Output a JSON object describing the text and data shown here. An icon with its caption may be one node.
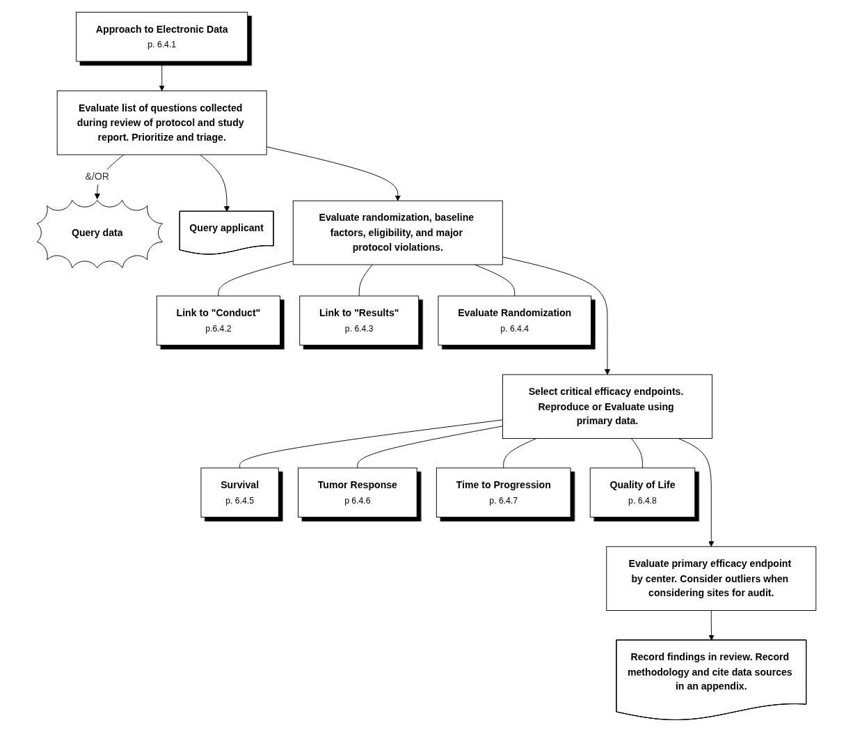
{
  "diagram": {
    "nodes": [
      {
        "text": [
          "Approach to Electronic Data",
          "p. 6.4.1"
        ]
      },
      {
        "text": [
          "Evaluate list of questions collected during review of protocol and study report. Prioritize and triage."
        ]
      },
      {
        "text": [
          "Query data"
        ]
      },
      {
        "text": [
          "Query applicant"
        ]
      },
      {
        "text": [
          "Evaluate randomization, baseline factors, eligibility, and major protocol violations."
        ]
      },
      {
        "text": [
          "Link to \"Conduct\"",
          "p.6.4.2"
        ]
      },
      {
        "text": [
          "Link to \"Results\"",
          "p. 6.4.3"
        ]
      },
      {
        "text": [
          "Evaluate Randomization",
          "p. 6.4.4"
        ]
      },
      {
        "text": [
          "Select critical efficacy endpoints. Reproduce or Evaluate using primary data."
        ]
      },
      {
        "text": [
          "Survival",
          "p. 6.4.5"
        ]
      },
      {
        "text": [
          "Tumor Response",
          "p 6.4.6"
        ]
      },
      {
        "text": [
          "Time to Progression",
          "p. 6.4.7"
        ]
      },
      {
        "text": [
          "Quality of Life",
          "p. 6.4.8"
        ]
      },
      {
        "text": [
          "Evaluate primary efficacy endpoint by center. Consider outliers when considering sites for audit."
        ]
      },
      {
        "text": [
          "Record findings in review. Record methodology and cite data sources in an appendix."
        ]
      }
    ],
    "edges": [
      {
        "from": 0,
        "to": 1,
        "arrow": "to"
      },
      {
        "from": 1,
        "to": 2,
        "arrow": "to",
        "label": "&/OR"
      },
      {
        "from": 1,
        "to": 3,
        "arrow": "to"
      },
      {
        "from": 1,
        "to": 4,
        "arrow": "to"
      },
      {
        "from": 4,
        "to": 5,
        "arrow": "none"
      },
      {
        "from": 4,
        "to": 6,
        "arrow": "none"
      },
      {
        "from": 4,
        "to": 7,
        "arrow": "none"
      },
      {
        "from": 4,
        "to": 8,
        "arrow": "to"
      },
      {
        "from": 8,
        "to": 9,
        "arrow": "none"
      },
      {
        "from": 8,
        "to": 10,
        "arrow": "none"
      },
      {
        "from": 8,
        "to": 11,
        "arrow": "none"
      },
      {
        "from": 8,
        "to": 12,
        "arrow": "none"
      },
      {
        "from": 8,
        "to": 13,
        "arrow": "to"
      },
      {
        "from": 13,
        "to": 14,
        "arrow": "to"
      }
    ]
  }
}
